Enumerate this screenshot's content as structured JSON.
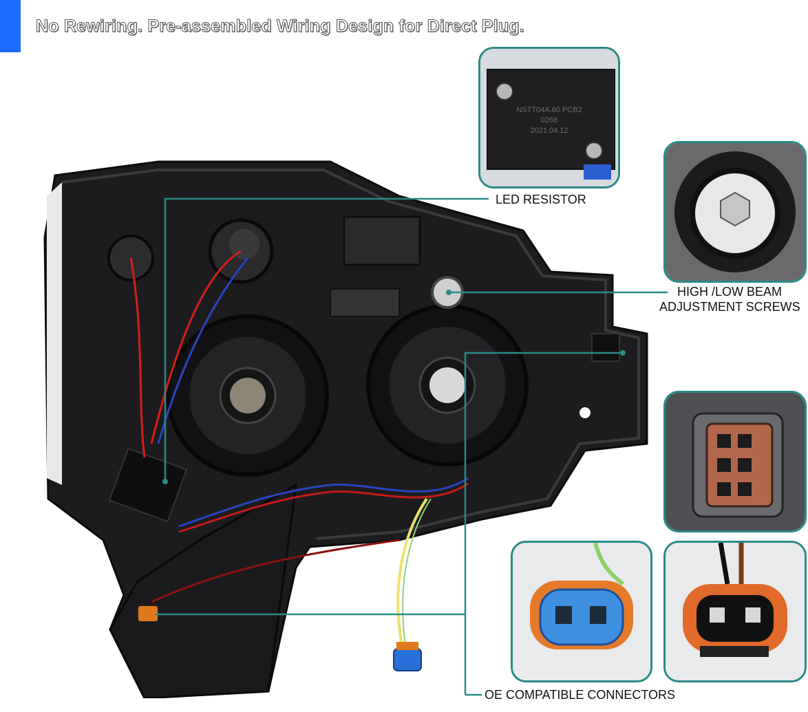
{
  "headline": "No Rewiring. Pre-assembled Wiring Design for Direct Plug.",
  "callouts": {
    "led_resistor": "LED RESISTOR",
    "beam_line1": "HIGH /LOW BEAM",
    "beam_line2": "ADJUSTMENT SCREWS",
    "connectors": "OE COMPATIBLE CONNECTORS"
  },
  "resistor_marking": {
    "line1": "NSTT04A.60.PCB2",
    "line2": "0268",
    "line3": "2021.04.12"
  },
  "colors": {
    "accent": "#1a6cff",
    "inset_border": "#2a8a86",
    "leader_line": "#2a8a86"
  }
}
